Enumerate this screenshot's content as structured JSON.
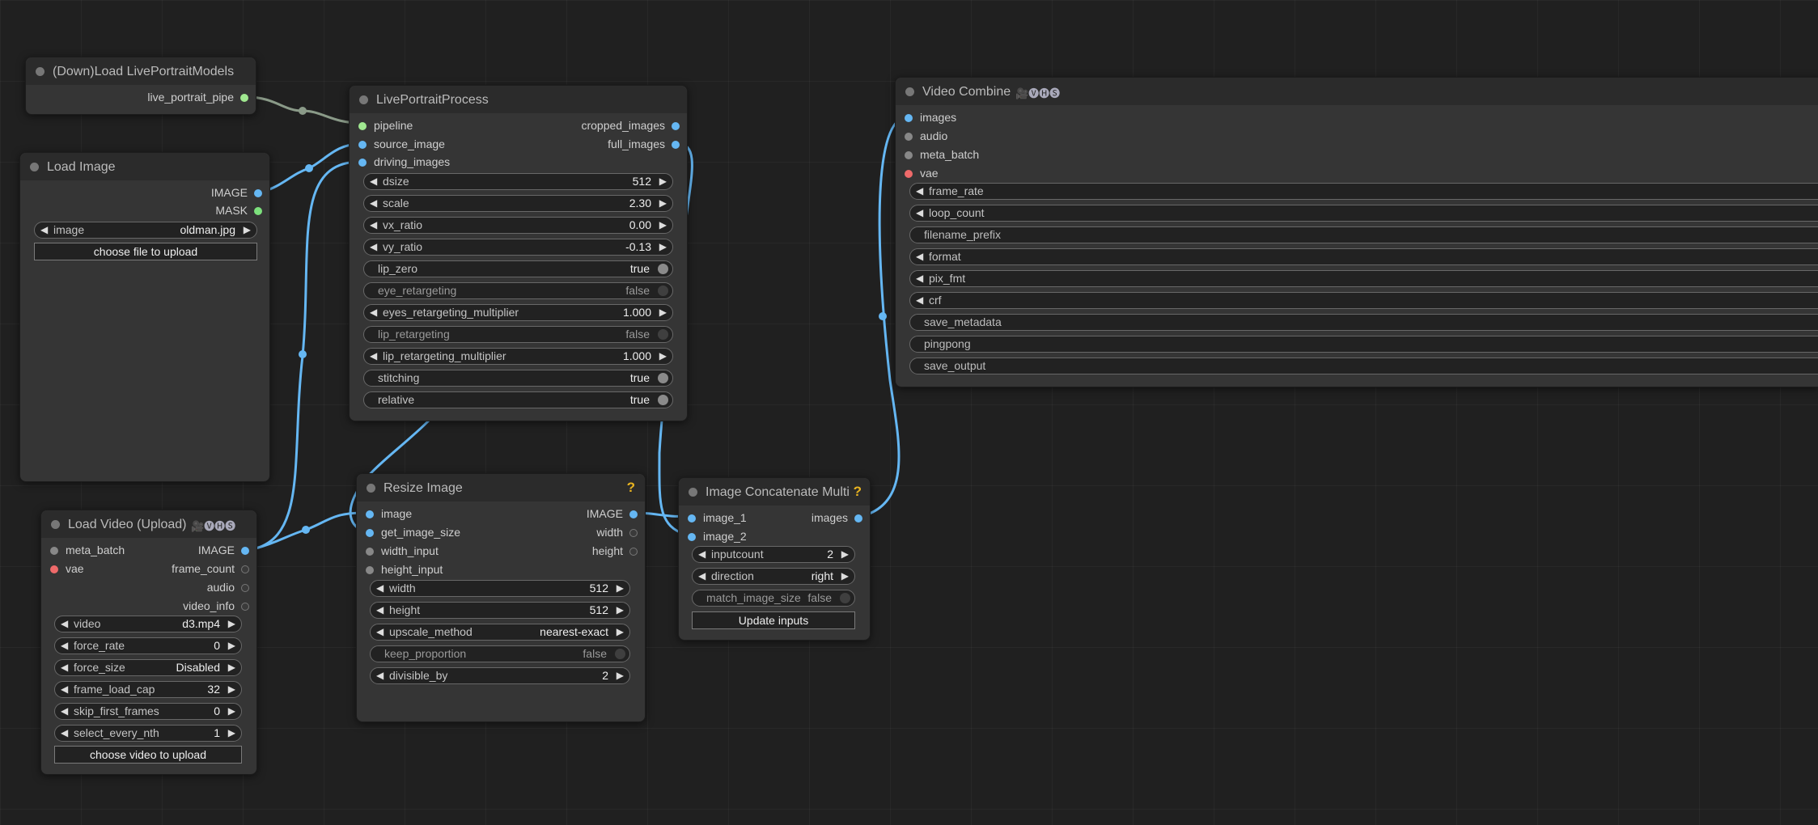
{
  "nodes": {
    "download_models": {
      "title": "(Down)Load LivePortraitModels",
      "outputs": [
        "live_portrait_pipe"
      ]
    },
    "load_image": {
      "title": "Load Image",
      "outputs": [
        "IMAGE",
        "MASK"
      ],
      "widgets": {
        "image_name": "image",
        "image_value": "oldman.jpg"
      },
      "upload_button": "choose file to upload"
    },
    "liveportrait_process": {
      "title": "LivePortraitProcess",
      "inputs": [
        "pipeline",
        "source_image",
        "driving_images"
      ],
      "outputs": [
        "cropped_images",
        "full_images"
      ],
      "widgets": [
        {
          "name": "dsize",
          "value": "512"
        },
        {
          "name": "scale",
          "value": "2.30"
        },
        {
          "name": "vx_ratio",
          "value": "0.00"
        },
        {
          "name": "vy_ratio",
          "value": "-0.13"
        },
        {
          "name": "lip_zero",
          "value": "true"
        },
        {
          "name": "eye_retargeting",
          "value": "false"
        },
        {
          "name": "eyes_retargeting_multiplier",
          "value": "1.000"
        },
        {
          "name": "lip_retargeting",
          "value": "false"
        },
        {
          "name": "lip_retargeting_multiplier",
          "value": "1.000"
        },
        {
          "name": "stitching",
          "value": "true"
        },
        {
          "name": "relative",
          "value": "true"
        }
      ]
    },
    "load_video": {
      "title": "Load Video (Upload)",
      "badges": "🎥🅥🅗🅢",
      "inputs": [
        "meta_batch",
        "vae"
      ],
      "outputs": [
        "IMAGE",
        "frame_count",
        "audio",
        "video_info"
      ],
      "widgets": [
        {
          "name": "video",
          "value": "d3.mp4"
        },
        {
          "name": "force_rate",
          "value": "0"
        },
        {
          "name": "force_size",
          "value": "Disabled"
        },
        {
          "name": "frame_load_cap",
          "value": "32"
        },
        {
          "name": "skip_first_frames",
          "value": "0"
        },
        {
          "name": "select_every_nth",
          "value": "1"
        }
      ],
      "upload_button": "choose video to upload"
    },
    "resize_image": {
      "title": "Resize Image",
      "help": "?",
      "inputs": [
        "image",
        "get_image_size",
        "width_input",
        "height_input"
      ],
      "outputs": [
        "IMAGE",
        "width",
        "height"
      ],
      "widgets": [
        {
          "name": "width",
          "value": "512"
        },
        {
          "name": "height",
          "value": "512"
        },
        {
          "name": "upscale_method",
          "value": "nearest-exact"
        },
        {
          "name": "keep_proportion",
          "value": "false"
        },
        {
          "name": "divisible_by",
          "value": "2"
        }
      ]
    },
    "image_concat": {
      "title": "Image Concatenate Multi",
      "help": "?",
      "inputs": [
        "image_1",
        "image_2"
      ],
      "outputs": [
        "images"
      ],
      "widgets": [
        {
          "name": "inputcount",
          "value": "2"
        },
        {
          "name": "direction",
          "value": "right"
        },
        {
          "name": "match_image_size",
          "value": "false"
        }
      ],
      "update_button": "Update inputs"
    },
    "video_combine": {
      "title": "Video Combine",
      "badges": "🎥🅥🅗🅢",
      "inputs": [
        "images",
        "audio",
        "meta_batch",
        "vae"
      ],
      "widgets": [
        "frame_rate",
        "loop_count",
        "filename_prefix",
        "format",
        "pix_fmt",
        "crf",
        "save_metadata",
        "pingpong",
        "save_output"
      ]
    }
  },
  "colors": {
    "image_link": "#65b7f3",
    "pipe_link": "#8a9a88",
    "background": "#202020",
    "node": "#353535"
  }
}
